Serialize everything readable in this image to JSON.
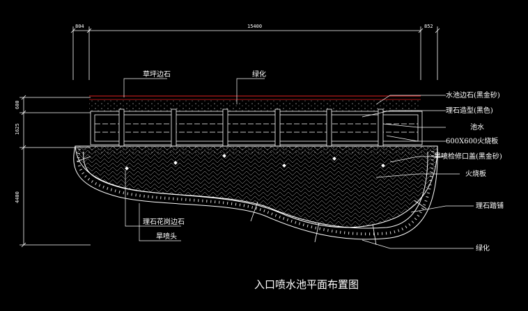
{
  "drawing": {
    "title": "入口喷水池平面布置图",
    "dims": {
      "left": "804",
      "middle": "15400",
      "right": "852",
      "v1": "600",
      "v2": "1625",
      "v3": "4400"
    },
    "labels": {
      "lawn_edge": "草坪边石",
      "green_top": "绿化",
      "pool_edge": "水池边石(黑金砂)",
      "stone_rim": "理石造型(黑色)",
      "pool_water": "池水",
      "tile": "600X600火烧板",
      "nozzle_cover": "旱喷检修口盖(黑金砂)",
      "fire_board": "火烧板",
      "stone_band": "理石踏铺",
      "green_bottom": "绿化",
      "granite_edge": "理石花岗边石",
      "dry_nozzle": "旱喷头"
    }
  },
  "colors": {
    "background": "#000000",
    "line": "#ffffff",
    "accent_red": "#e02020"
  }
}
